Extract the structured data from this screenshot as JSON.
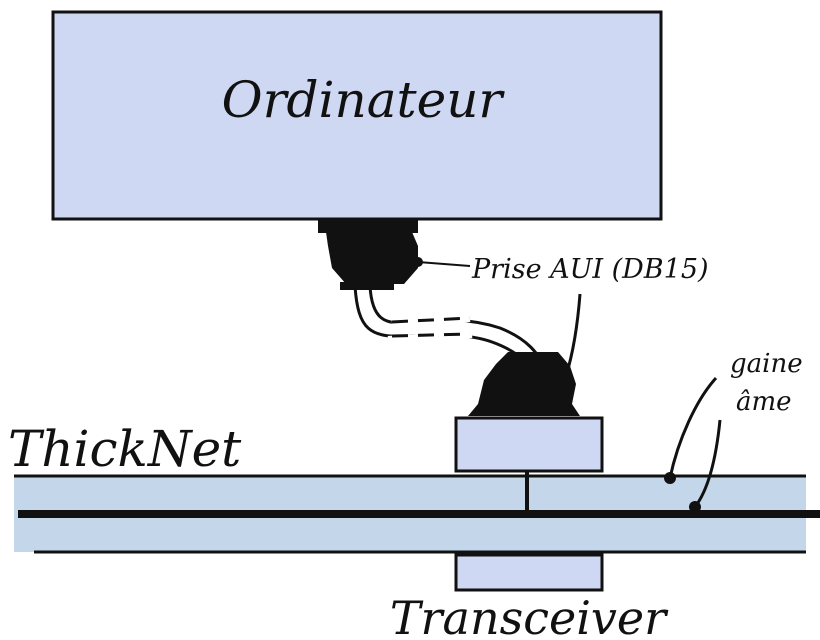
{
  "labels": {
    "computer": "Ordinateur",
    "aui_port": "Prise AUI (DB15)",
    "sheath": "gaine",
    "core": "âme",
    "cable_name": "ThickNet",
    "transceiver": "Transceiver"
  },
  "colors": {
    "fill": "#cfd8f2",
    "cable_fill": "#c4d6ea",
    "outline": "#111111",
    "connector": "#111111"
  }
}
